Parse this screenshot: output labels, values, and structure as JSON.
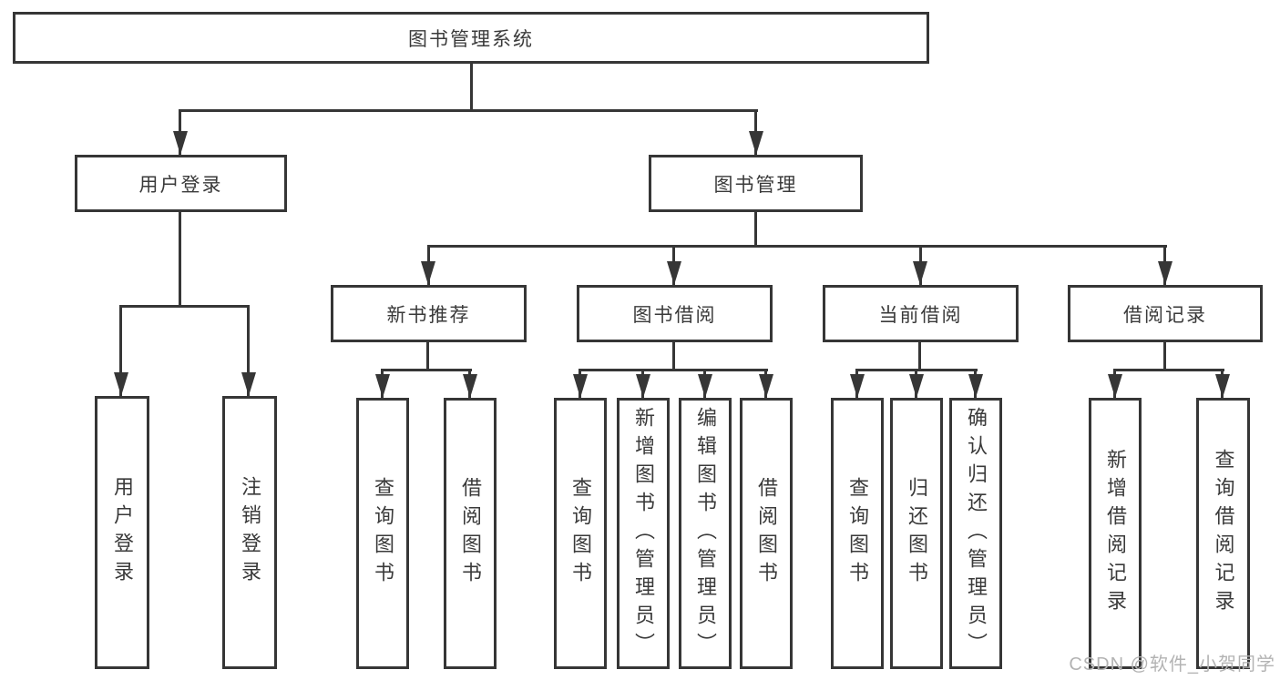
{
  "tree": {
    "root": {
      "label": "图书管理系统"
    },
    "level1": [
      {
        "label": "用户登录"
      },
      {
        "label": "图书管理"
      }
    ],
    "level2": [
      {
        "label": "新书推荐"
      },
      {
        "label": "图书借阅"
      },
      {
        "label": "当前借阅"
      },
      {
        "label": "借阅记录"
      }
    ],
    "leaves": {
      "user_login": [
        "用户登录",
        "注销登录"
      ],
      "new_books": [
        "查询图书",
        "借阅图书"
      ],
      "book_borrow": [
        "查询图书",
        "新增图书（管理员）",
        "编辑图书（管理员）",
        "借阅图书"
      ],
      "current_borrow": [
        "查询图书",
        "归还图书",
        "确认归还（管理员）"
      ],
      "borrow_records": [
        "新增借阅记录",
        "查询借阅记录"
      ]
    }
  },
  "watermark": {
    "text": "CSDN @软件_小贺同学"
  },
  "colors": {
    "line": "#363636",
    "text": "#3a3a3a",
    "watermark": "#b3b3b3",
    "background": "#ffffff"
  }
}
